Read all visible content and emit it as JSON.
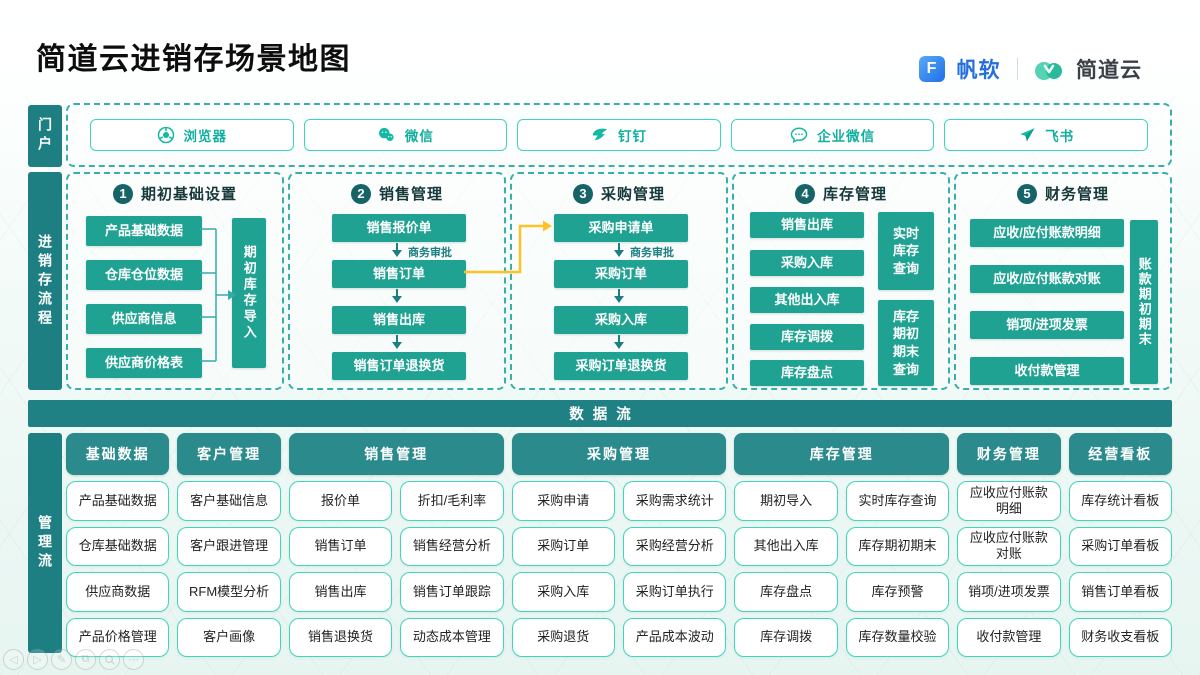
{
  "header": {
    "title": "简道云进销存场景地图"
  },
  "logos": {
    "fanruan_badge": "F",
    "fanruan": "帆软",
    "jiandaoyun": "简道云"
  },
  "portal": {
    "tab": "门户",
    "items": [
      {
        "icon": "browser-icon",
        "label": "浏览器"
      },
      {
        "icon": "wechat-icon",
        "label": "微信"
      },
      {
        "icon": "dingtalk-icon",
        "label": "钉钉"
      },
      {
        "icon": "wecom-icon",
        "label": "企业微信"
      },
      {
        "icon": "feishu-icon",
        "label": "飞书"
      }
    ]
  },
  "flow": {
    "tab": "进销存流程",
    "sections": [
      {
        "num": "1",
        "title": "期初基础设置",
        "items": [
          "产品基础数据",
          "仓库仓位数据",
          "供应商信息",
          "供应商价格表"
        ],
        "side": "期初库存导入"
      },
      {
        "num": "2",
        "title": "销售管理",
        "steps": [
          "销售报价单",
          "销售订单",
          "销售出库",
          "销售订单退换货"
        ],
        "approval": "商务审批"
      },
      {
        "num": "3",
        "title": "采购管理",
        "steps": [
          "采购申请单",
          "采购订单",
          "采购入库",
          "采购订单退换货"
        ],
        "approval": "商务审批"
      },
      {
        "num": "4",
        "title": "库存管理",
        "items": [
          "销售出库",
          "采购入库",
          "其他出入库",
          "库存调拨",
          "库存盘点"
        ],
        "side_top": "实时库存查询",
        "side_bottom": "库存期初期末查询"
      },
      {
        "num": "5",
        "title": "财务管理",
        "items": [
          "应收/应付账款明细",
          "应收/应付账款对账",
          "销项/进项发票",
          "收付款管理"
        ],
        "side": "账款期初期末"
      }
    ]
  },
  "data_flow": {
    "label": "数据流"
  },
  "management": {
    "tab": "管理流",
    "headers": [
      {
        "label": "基础数据",
        "span": 1
      },
      {
        "label": "客户管理",
        "span": 1
      },
      {
        "label": "销售管理",
        "span": 2
      },
      {
        "label": "采购管理",
        "span": 2
      },
      {
        "label": "库存管理",
        "span": 2
      },
      {
        "label": "财务管理",
        "span": 1
      },
      {
        "label": "经营看板",
        "span": 1
      }
    ],
    "columns": [
      {
        "cells": [
          "产品基础数据",
          "仓库基础数据",
          "供应商数据",
          "产品价格管理"
        ]
      },
      {
        "cells": [
          "客户基础信息",
          "客户跟进管理",
          "RFM模型分析",
          "客户画像"
        ]
      },
      {
        "cells": [
          "报价单",
          "销售订单",
          "销售出库",
          "销售退换货"
        ]
      },
      {
        "cells": [
          "折扣/毛利率",
          "销售经营分析",
          "销售订单跟踪",
          "动态成本管理"
        ]
      },
      {
        "cells": [
          "采购申请",
          "采购订单",
          "采购入库",
          "采购退货"
        ]
      },
      {
        "cells": [
          "采购需求统计",
          "采购经营分析",
          "采购订单执行",
          "产品成本波动"
        ]
      },
      {
        "cells": [
          "期初导入",
          "其他出入库",
          "库存盘点",
          "库存调拨"
        ]
      },
      {
        "cells": [
          "实时库存查询",
          "库存期初期末",
          "库存预警",
          "库存数量校验"
        ]
      },
      {
        "cells": [
          "应收应付账款明细",
          "应收应付账款对账",
          "销项/进项发票",
          "收付款管理"
        ]
      },
      {
        "cells": [
          "库存统计看板",
          "采购订单看板",
          "销售订单看板",
          "财务收支看板"
        ]
      }
    ]
  },
  "colors": {
    "teal_dark": "#1E7F82",
    "teal_box": "#1FA292",
    "mint_border": "#3FD6BC",
    "dash_border": "#38AFAB",
    "connector_yellow": "#FFC226",
    "logo_blue": "#2470DE"
  },
  "watermark": {
    "icons": [
      "nav-back",
      "nav-forward",
      "edit-pencil",
      "copy",
      "zoom-search",
      "more-ellipsis"
    ]
  }
}
